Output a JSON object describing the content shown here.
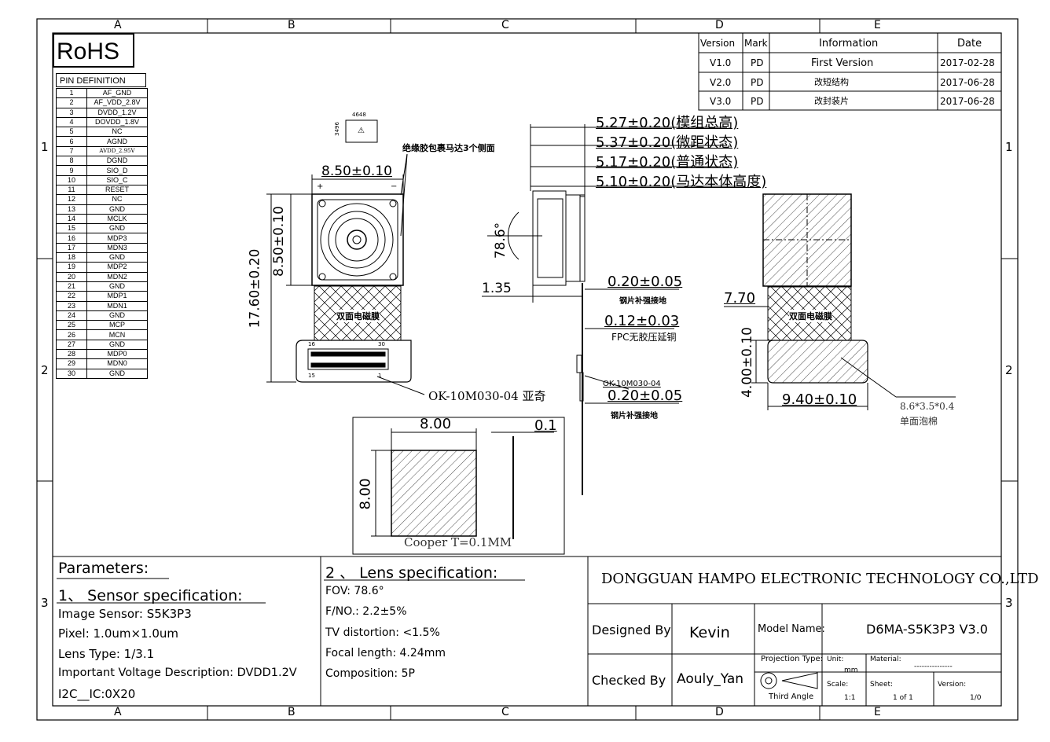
{
  "border": {
    "col_labels": [
      "A",
      "B",
      "C",
      "D",
      "E"
    ],
    "row_labels": [
      "1",
      "2",
      "3"
    ]
  },
  "rohs": "RoHS",
  "pin_definition": {
    "title": "PIN  DEFINITION",
    "pins": [
      [
        "1",
        "AF_GND"
      ],
      [
        "2",
        "AF_VDD_2.8V"
      ],
      [
        "3",
        "DVDD_1.2V"
      ],
      [
        "4",
        "DOVDD_1.8V"
      ],
      [
        "5",
        "NC"
      ],
      [
        "6",
        "AGND"
      ],
      [
        "7",
        "AVDD_2.95V"
      ],
      [
        "8",
        "DGND"
      ],
      [
        "9",
        "SIO_D"
      ],
      [
        "10",
        "SIO_C"
      ],
      [
        "11",
        "RESET"
      ],
      [
        "12",
        "NC"
      ],
      [
        "13",
        "GND"
      ],
      [
        "14",
        "MCLK"
      ],
      [
        "15",
        "GND"
      ],
      [
        "16",
        "MDP3"
      ],
      [
        "17",
        "MDN3"
      ],
      [
        "18",
        "GND"
      ],
      [
        "19",
        "MDP2"
      ],
      [
        "20",
        "MDN2"
      ],
      [
        "21",
        "GND"
      ],
      [
        "22",
        "MDP1"
      ],
      [
        "23",
        "MDN1"
      ],
      [
        "24",
        "GND"
      ],
      [
        "25",
        "MCP"
      ],
      [
        "26",
        "MCN"
      ],
      [
        "27",
        "GND"
      ],
      [
        "28",
        "MDP0"
      ],
      [
        "29",
        "MDN0"
      ],
      [
        "30",
        "GND"
      ]
    ]
  },
  "revision_table": {
    "headers": [
      "Version",
      "Mark",
      "Information",
      "Date"
    ],
    "rows": [
      [
        "V1.0",
        "PD",
        "First Version",
        "2017-02-28"
      ],
      [
        "V2.0",
        "PD",
        "改短结构",
        "2017-06-28"
      ],
      [
        "V3.0",
        "PD",
        "改封装片",
        "2017-06-28"
      ]
    ]
  },
  "drawing": {
    "label_4648": "4648",
    "label_3496": "3496",
    "insulation_note": "绝缘胶包裹马达3个侧面",
    "dim_width": "8.50±0.10",
    "dim_height_lens": "8.50±0.10",
    "dim_height_total": "17.60±0.20",
    "shield_label": "双面电磁膜",
    "conn_16": "16",
    "conn_30": "30",
    "conn_15": "15",
    "conn_1": "1",
    "plus": "+",
    "minus": "−",
    "connector_note": "OK-10M030-04 亚奇",
    "side_dims": [
      "5.27±0.20(模组总高)",
      "5.37±0.20(微距状态)",
      "5.17±0.20(普通状态)",
      "5.10±0.20(马达本体高度)"
    ],
    "angle": "78.6°",
    "dim_135": "1.35",
    "stiffener_dim": "0.20±0.05",
    "stiffener_label": "钢片补强接地",
    "fpc_dim": "0.12±0.03",
    "fpc_label": "FPC无胶压延铜",
    "side_connector": "OK-10M030-04",
    "stiffener_dim2": "0.20±0.05",
    "stiffener_label2": "钢片补强接地",
    "back_dim_770": "7.70",
    "back_shield": "双面电磁膜",
    "back_dim_400": "4.00±0.10",
    "back_dim_940": "9.40±0.10",
    "foam_size": "8.6*3.5*0.4",
    "foam_label": "单面泡棉",
    "copper_w": "8.00",
    "copper_h": "8.00",
    "copper_t": "0.1",
    "copper_note": "Cooper   T=0.1MM"
  },
  "parameters": {
    "title": "Parameters:",
    "sensor_title": "1、 Sensor specification:",
    "sensor_lines": [
      "Image Sensor:  S5K3P3",
      "Pixel:  1.0um×1.0um",
      "Lens Type:  1/3.1",
      "Important Voltage Description: DVDD1.2V",
      "I2C__IC:0X20"
    ],
    "lens_title": "2 、 Lens specification:",
    "lens_lines": [
      "FOV:  78.6°",
      "F/NO.:  2.2±5%",
      "TV distortion:  <1.5%",
      "Focal length:  4.24mm",
      "Composition:  5P"
    ]
  },
  "title_block": {
    "company": "DONGGUAN HAMPO ELECTRONIC TECHNOLOGY CO.,LTD",
    "designed_by_label": "Designed By",
    "designed_by": "Kevin",
    "checked_by_label": "Checked By",
    "checked_by": "Aouly_Yan",
    "model_name_label": "Model Name:",
    "model_name": "D6MA-S5K3P3 V3.0",
    "projection_label": "Projection Type:",
    "projection": "Third Angle",
    "unit_label": "Unit:",
    "unit": "mm",
    "material_label": "Material:",
    "material": "---------------",
    "scale_label": "Scale:",
    "scale": "1:1",
    "sheet_label": "Sheet:",
    "sheet": "1 of 1",
    "version_label": "Version:",
    "version": "1/0"
  }
}
